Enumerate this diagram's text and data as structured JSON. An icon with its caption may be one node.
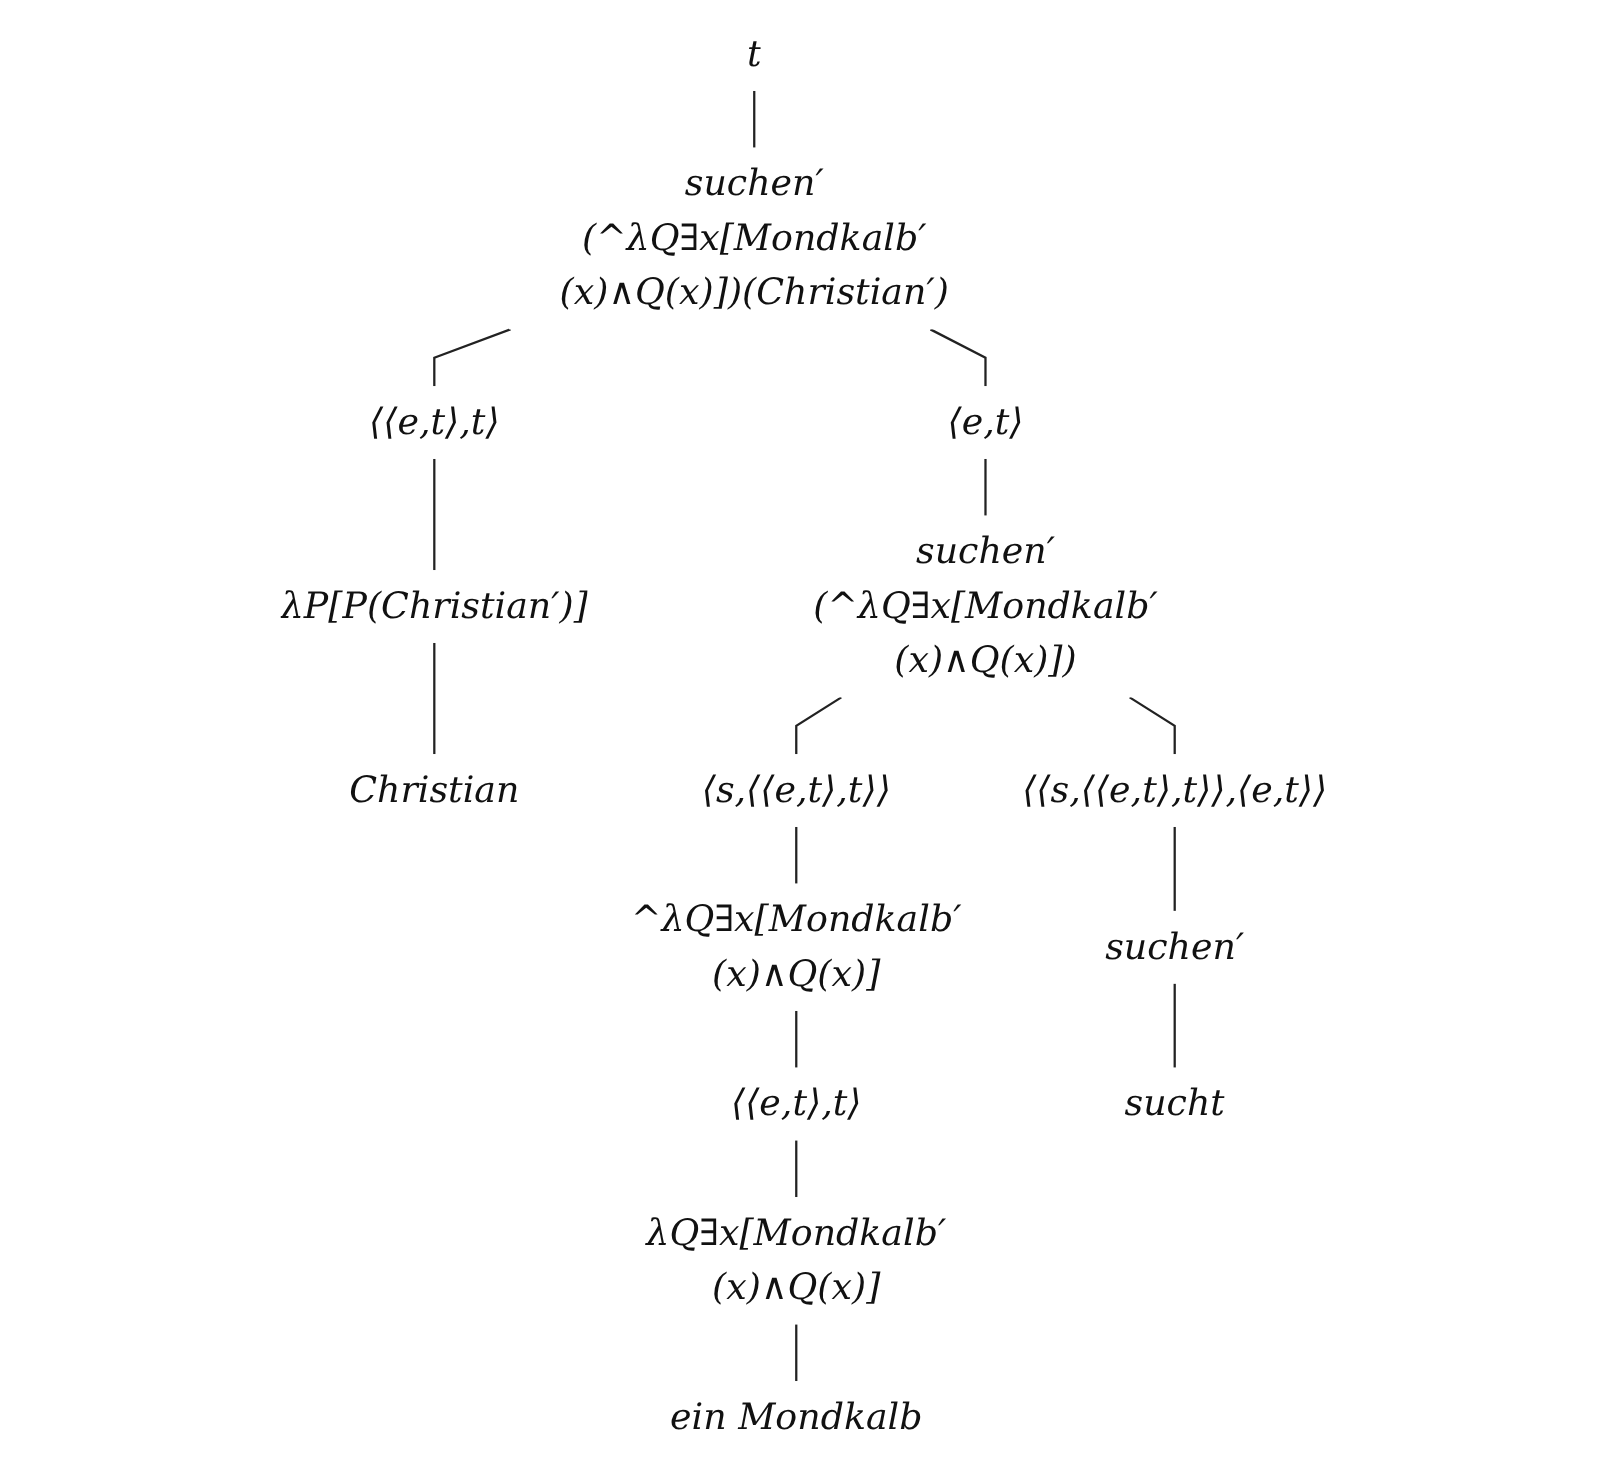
{
  "diagram": {
    "nodes": [
      {
        "text": [
          "t"
        ]
      },
      {
        "text": [
          "suchen′(^λQ∃x[Mondkalb′(x)∧Q(x)])(Christian′)"
        ]
      },
      {
        "text": [
          "⟨⟨e,t⟩,t⟩"
        ]
      },
      {
        "text": [
          "λP[P(Christian′)]"
        ]
      },
      {
        "text": [
          "Christian"
        ]
      },
      {
        "text": [
          "⟨e,t⟩"
        ]
      },
      {
        "text": [
          "suchen′(^λQ∃x[Mondkalb′(x)∧Q(x)])"
        ]
      },
      {
        "text": [
          "⟨s,⟨⟨e,t⟩,t⟩⟩"
        ]
      },
      {
        "text": [
          "^λQ∃x[Mondkalb′(x)∧Q(x)]"
        ]
      },
      {
        "text": [
          "⟨⟨e,t⟩,t⟩"
        ]
      },
      {
        "text": [
          "λQ∃x[Mondkalb′(x)∧Q(x)]"
        ]
      },
      {
        "text": [
          "ein Mondkalb"
        ]
      },
      {
        "text": [
          "⟨⟨s,⟨⟨e,t⟩,t⟩⟩,⟨e,t⟩⟩"
        ]
      },
      {
        "text": [
          "suchen′"
        ]
      },
      {
        "text": [
          "sucht"
        ]
      }
    ],
    "edges": [
      {
        "from": 0,
        "to": 1,
        "arrow": "none"
      },
      {
        "from": 1,
        "to": 2,
        "arrow": "none"
      },
      {
        "from": 1,
        "to": 5,
        "arrow": "none"
      },
      {
        "from": 2,
        "to": 3,
        "arrow": "none"
      },
      {
        "from": 3,
        "to": 4,
        "arrow": "none"
      },
      {
        "from": 5,
        "to": 6,
        "arrow": "none"
      },
      {
        "from": 6,
        "to": 7,
        "arrow": "none"
      },
      {
        "from": 6,
        "to": 12,
        "arrow": "none"
      },
      {
        "from": 7,
        "to": 8,
        "arrow": "none"
      },
      {
        "from": 8,
        "to": 9,
        "arrow": "none"
      },
      {
        "from": 9,
        "to": 10,
        "arrow": "none"
      },
      {
        "from": 10,
        "to": 11,
        "arrow": "none"
      },
      {
        "from": 12,
        "to": 13,
        "arrow": "none"
      },
      {
        "from": 13,
        "to": 14,
        "arrow": "none"
      }
    ]
  }
}
